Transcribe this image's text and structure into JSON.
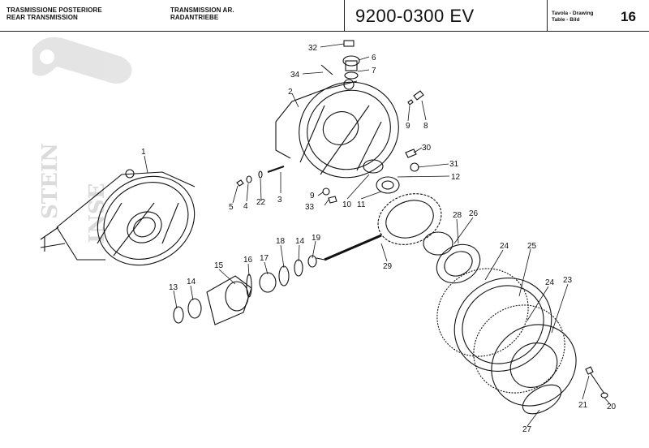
{
  "header": {
    "title_it": "TRASMISSIONE POSTERIORE",
    "title_en": "REAR TRANSMISSION",
    "title_fr": "TRANSMISSION AR.",
    "title_de": "RADANTRIEBE",
    "code": "9200-0300 EV",
    "table_it_en": "Tavola - Drawing",
    "table_de": "Table - Bild",
    "page_number": "16"
  },
  "watermark": {
    "line1": "STEIN",
    "line2": "INSE"
  },
  "callouts": [
    "1",
    "2",
    "3",
    "4",
    "5",
    "6",
    "7",
    "8",
    "9",
    "9",
    "10",
    "11",
    "12",
    "13",
    "14",
    "14",
    "15",
    "16",
    "17",
    "18",
    "19",
    "20",
    "21",
    "22",
    "23",
    "24",
    "24",
    "25",
    "26",
    "27",
    "28",
    "29",
    "30",
    "31",
    "32",
    "33",
    "34"
  ],
  "colors": {
    "ink": "#111111",
    "background": "#ffffff",
    "watermark": "#d8d8d8"
  }
}
